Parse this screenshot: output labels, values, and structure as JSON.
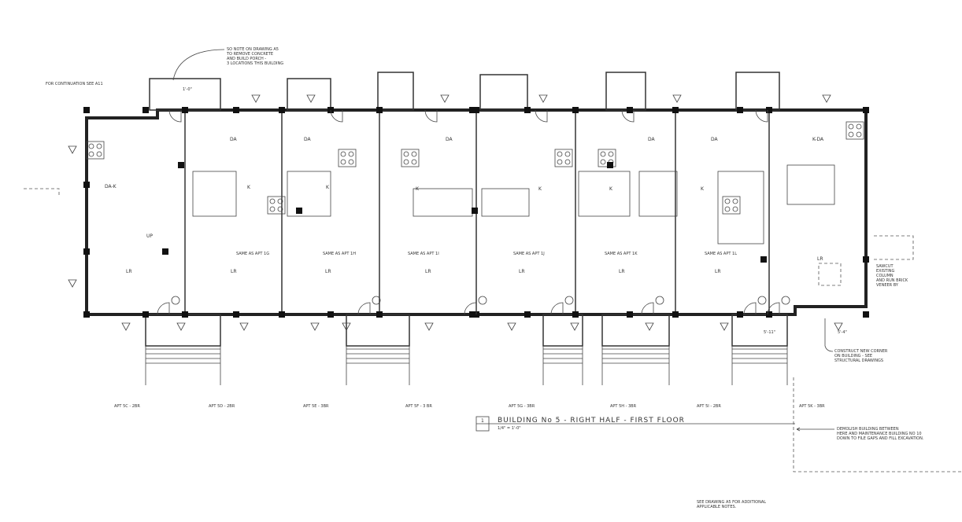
{
  "notes": {
    "continuation": "FOR CONTINUATION SEE A11",
    "porch_note": [
      "SO NOTE ON DRAWING A5",
      "TO REMOVE CONCRETE",
      "AND BUILD PORCH -",
      "3 LOCATIONS THIS BUILDING"
    ],
    "sawcut_note": [
      "SAWCUT",
      "EXISTING",
      "COLUMN",
      "AND RUN BRICK",
      "VENEER BY"
    ],
    "corner_note": [
      "CONSTRUCT NEW CORNER",
      "ON BUILDING - SEE",
      "STRUCTURAL DRAWINGS"
    ],
    "demolish_note": [
      "DEMOLISH BUILDING BETWEEN",
      "HERE AND MAINTENANCE BUILDING NO 10",
      "DOWN TO FILE GAPS AND FILL EXCAVATION."
    ],
    "see_drawing_note": [
      "SEE DRAWING A5 FOR ADDITIONAL",
      "APPLICABLE NOTES."
    ]
  },
  "rooms": {
    "da": "DA",
    "k": "K",
    "lr": "LR",
    "da_k": "DA-K",
    "k_da": "K-DA",
    "up": "UP",
    "same_as": [
      "SAME AS APT 1G",
      "SAME AS APT 1H",
      "SAME AS APT 1I",
      "SAME AS APT 1J",
      "SAME AS APT 1K",
      "SAME AS APT 1L"
    ]
  },
  "apartments": [
    "APT 5C - 2BR",
    "APT 5D - 2BR",
    "APT 5E - 3BR",
    "APT 5F - 3 BR",
    "APT 5G - 3BR",
    "APT 5H - 3BR",
    "APT 5I - 2BR",
    "APT 5K - 3BR"
  ],
  "title_block": {
    "number": "1",
    "title": "BUILDING No 5 - RIGHT HALF - FIRST FLOOR",
    "scale": "1/4\" = 1'-0\""
  },
  "dimensions": {
    "dim_1": "5'-4\"",
    "dim_2": "1'-0\"",
    "dim_3": "5'-11\""
  }
}
